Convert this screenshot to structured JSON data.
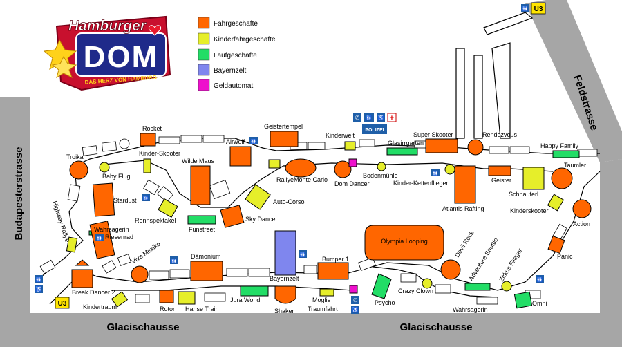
{
  "logo": {
    "word1": "Hamburger",
    "word2": "DOM",
    "tagline": "DAS HERZ VON HAMBURG"
  },
  "streets": {
    "left": "Budapesterstrasse",
    "right": "Feldstrasse",
    "bottom_left": "Glacischausse",
    "bottom_right": "Glacischausse"
  },
  "legend": [
    {
      "label": "Fahrgeschäfte",
      "color": "#ff6600"
    },
    {
      "label": "Kinderfahrgeschäfte",
      "color": "#e6ee2a"
    },
    {
      "label": "Laufgeschäfte",
      "color": "#22dd66"
    },
    {
      "label": "Bayernzelt",
      "color": "#7f86ee"
    },
    {
      "label": "Geldautomat",
      "color": "#ee10cc"
    }
  ],
  "colors": {
    "ride": "#ff6600",
    "kids": "#e6ee2a",
    "walk": "#22dd66",
    "tent": "#7f86ee",
    "atm": "#ee10cc",
    "road": "#a6a6a6",
    "service": "#1f5fa8",
    "metro": "#ffe400"
  },
  "metro": {
    "u3_top": "U3",
    "u3_bottom": "U3"
  },
  "police": "POLIZEI",
  "labels": {
    "rocket": "Rocket",
    "geistertempel": "Geistertempel",
    "kinderwelt": "Kinderwelt",
    "super_skooter": "Super Skooter",
    "rendezvous": "Rendezvous",
    "happy_family": "Happy Family",
    "troika": "Troika",
    "kinder_skooter": "Kinder-Skooter",
    "airwolf": "Airwolf",
    "glasirgarten": "Glasirrgarten",
    "taumler": "Taumler",
    "wilde_maus": "Wilde Maus",
    "baby_flug": "Baby Flug",
    "rallye_monte_carlo": "RallyeMonte Carlo",
    "bodenmuehle": "Bodenmühle",
    "dom_dancer": "Dom Dancer",
    "kinder_kettenflieger": "Kinder-Kettenflieger",
    "geister": "Geister",
    "schnauferl": "Schnauferl",
    "stardust": "Stardust",
    "auto_corso": "Auto-Corso",
    "atlantis_rafting": "Atlantis Rafting",
    "kinderskooter": "Kinderskooter",
    "highway_rallye": "Highway Rallye",
    "rennspektakel": "Rennspektakel",
    "sky_dance": "Sky Dance",
    "action": "Action",
    "funstreet": "Funstreet",
    "wahrsagerin_left": "Wahrsagerin",
    "riesenrad": "Riesenrad",
    "olympia_looping": "Olympia Looping",
    "devil_rock": "Devil Rock",
    "viva_mexiko": "Viva Mexiko",
    "daemonium": "Dämonium",
    "bumper_1": "Bumper 1",
    "adventure_shuttle": "Adventure Shuttle",
    "zirkus_flieger": "Zirkus Flieger",
    "panic": "Panic",
    "break_dancer_2": "Break Dancer 2",
    "bayernzelt": "Bayernzelt",
    "jura_world": "Jura World",
    "crazy_clown": "Crazy Clown",
    "kindertraum": "Kindertraum",
    "rotor": "Rotor",
    "hanse_train": "Hanse Train",
    "shaker": "Shaker",
    "moglis_traumfahrt": "Moglis Traumfahrt",
    "psycho": "Psycho",
    "wahrsagerin_right": "Wahrsagerin",
    "omni": "Omni"
  }
}
